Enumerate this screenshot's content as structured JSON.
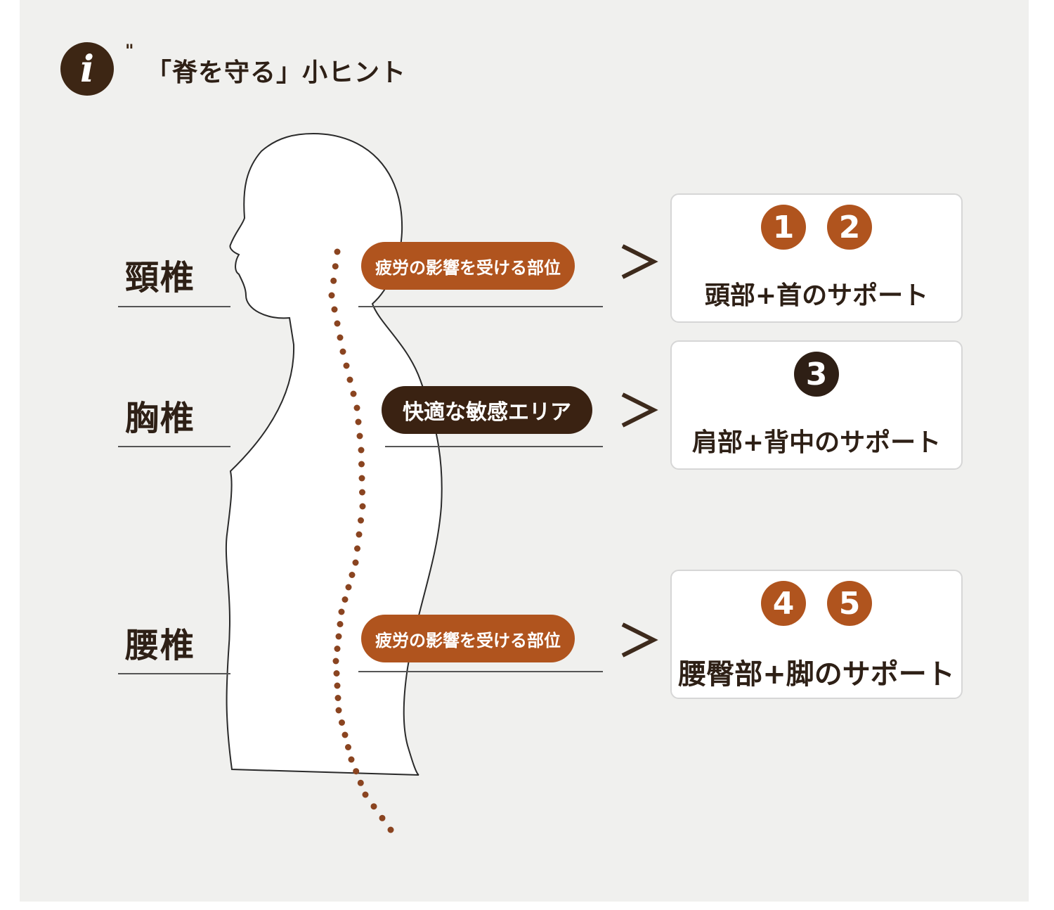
{
  "header": {
    "icon": "info-icon",
    "icon_letter": "i",
    "quote_mark": "\"",
    "title": "「脊を守る」小ヒント"
  },
  "regions": [
    {
      "label": "頸椎",
      "pill": "疲労の影響を受ける部位",
      "pill_style": "brown",
      "badges": [
        "1",
        "2"
      ],
      "badge_color": "orange",
      "support": "頭部+首のサポート"
    },
    {
      "label": "胸椎",
      "pill": "快適な敏感エリア",
      "pill_style": "dark",
      "badges": [
        "3"
      ],
      "badge_color": "dark",
      "support": "肩部+背中のサポート"
    },
    {
      "label": "腰椎",
      "pill": "疲労の影響を受ける部位",
      "pill_style": "brown",
      "badges": [
        "4",
        "5"
      ],
      "badge_color": "orange",
      "support": "腰臀部+脚のサポート"
    }
  ],
  "colors": {
    "background": "#f0f0ee",
    "accent_brown": "#b0541e",
    "dark_brown": "#3a2212",
    "text": "#2e2016"
  }
}
